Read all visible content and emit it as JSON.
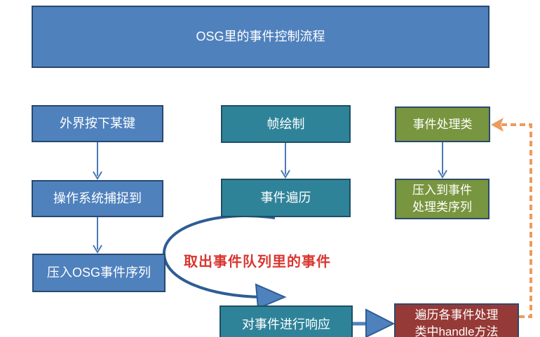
{
  "title": {
    "text": "OSG里的事件控制流程"
  },
  "nodes": {
    "external_key": {
      "label": "外界按下某键"
    },
    "os_capture": {
      "label": "操作系统捕捉到"
    },
    "push_osg_queue": {
      "label": "压入OSG事件序列"
    },
    "frame_draw": {
      "label": "帧绘制"
    },
    "event_traversal": {
      "label": "事件遍历"
    },
    "respond_event": {
      "label": "对事件进行响应"
    },
    "event_handler_class": {
      "label": "事件处理类"
    },
    "push_handler_queue": {
      "line1": "压入到事件",
      "line2": "处理类序列"
    },
    "traverse_handle": {
      "line1": "遍历各事件处理",
      "line2": "类中handle方法"
    }
  },
  "annotations": {
    "dequeue_note": "取出事件队列里的事件"
  },
  "colors": {
    "blue_fill": "#4f81bd",
    "blue_border": "#28486e",
    "teal_fill": "#2f8399",
    "teal_border": "#1f4f66",
    "green_fill": "#78953f",
    "green_border": "#2b4a6e",
    "red_fill": "#963a37",
    "red_border": "#2b4a6e",
    "thin_arrow_blue": "#4a7ab5",
    "arc_blue": "#2e5d94",
    "arrowhead_fill": "#4f81bd",
    "dashed_orange": "#ec9b5d",
    "note_red": "#d93630",
    "box_text": "#ffffff",
    "background": "#ffffff"
  }
}
